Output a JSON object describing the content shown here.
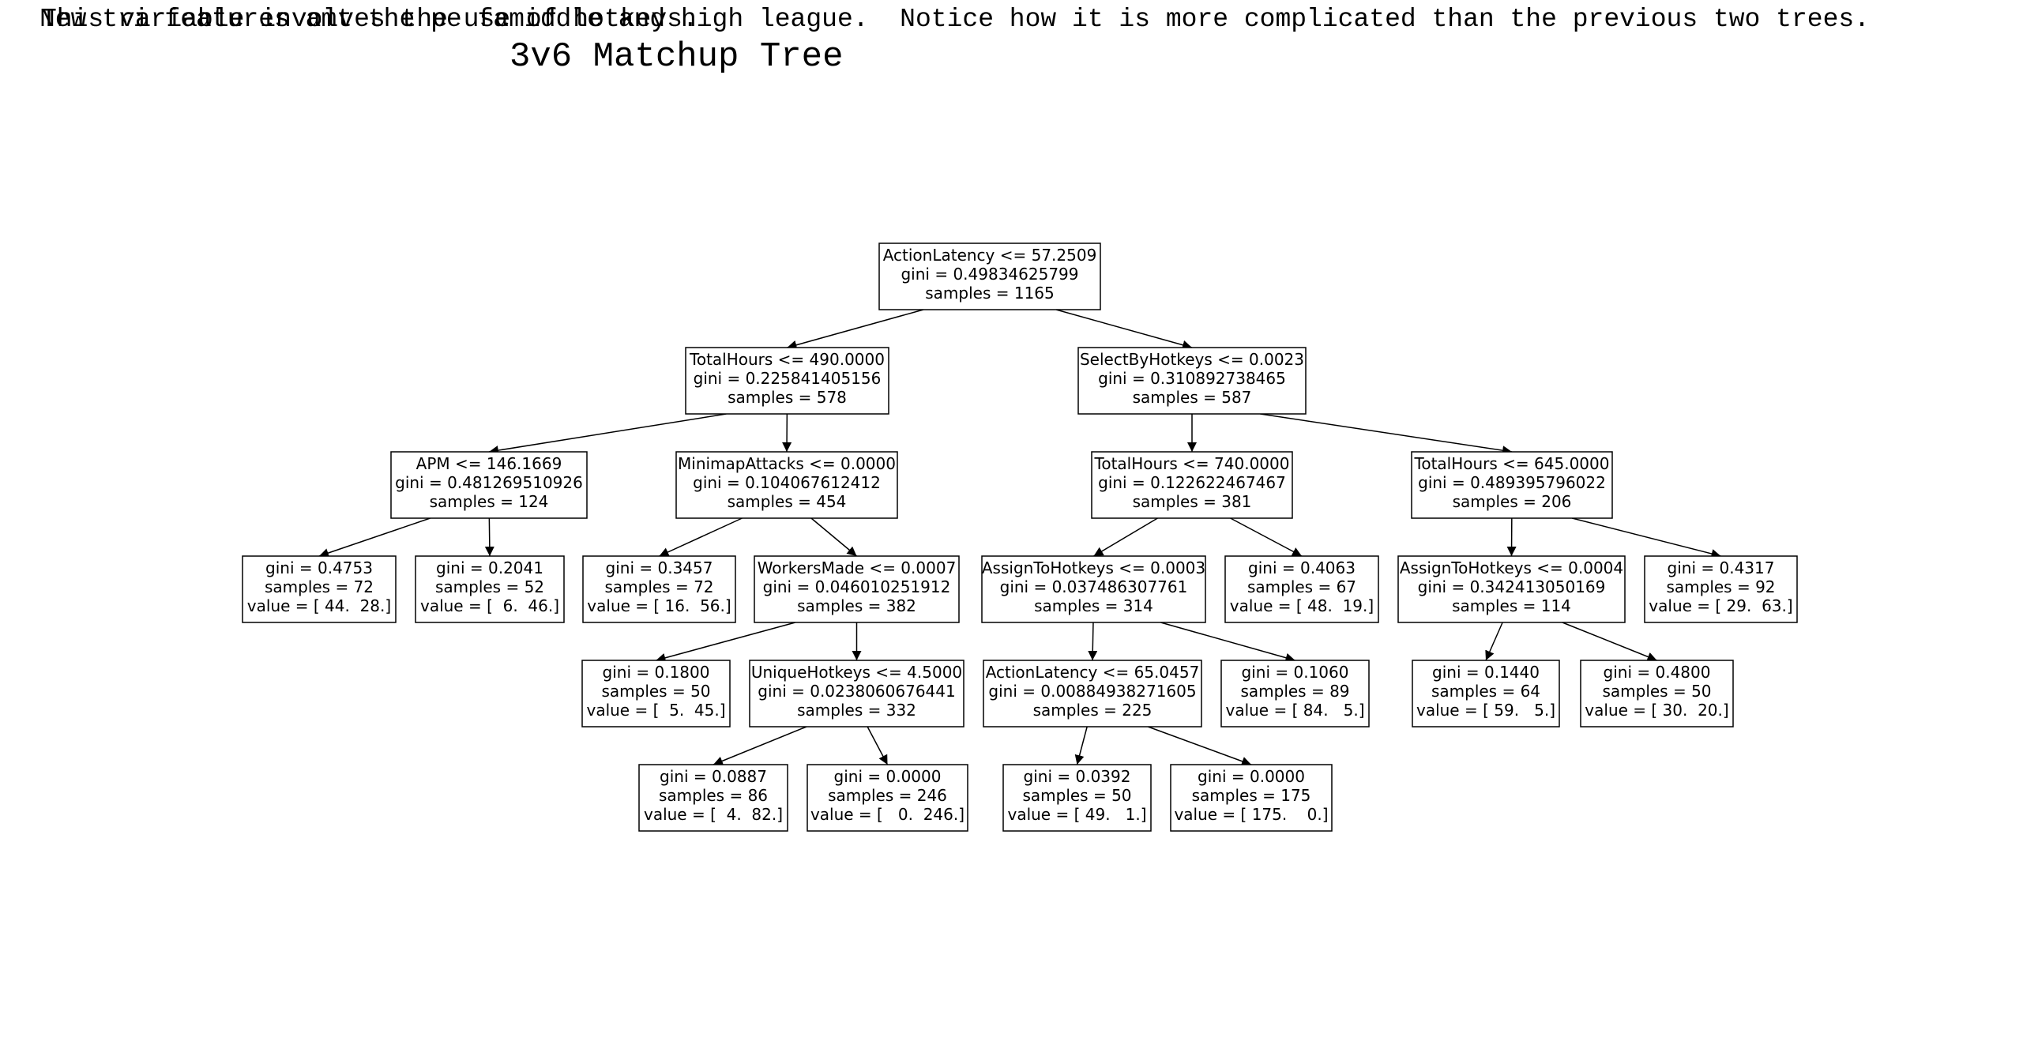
{
  "captions": [
    "This variable involves the use of hotkeys.",
    "New tri features amt the pe famiddle and high league.  Notice how it is more complicated than the previous two trees."
  ],
  "title": "3v6 Matchup Tree",
  "chart_data": {
    "type": "tree",
    "nodes": [
      {
        "id": "n0",
        "lines": [
          "ActionLatency <= 57.2509",
          "gini = 0.49834625799",
          "samples = 1165"
        ]
      },
      {
        "id": "n1",
        "lines": [
          "TotalHours <= 490.0000",
          "gini = 0.225841405156",
          "samples = 578"
        ]
      },
      {
        "id": "n2",
        "lines": [
          "SelectByHotkeys <= 0.0023",
          "gini = 0.310892738465",
          "samples = 587"
        ]
      },
      {
        "id": "n3",
        "lines": [
          "APM <= 146.1669",
          "gini = 0.481269510926",
          "samples = 124"
        ]
      },
      {
        "id": "n4",
        "lines": [
          "MinimapAttacks <= 0.0000",
          "gini = 0.104067612412",
          "samples = 454"
        ]
      },
      {
        "id": "n5",
        "lines": [
          "TotalHours <= 740.0000",
          "gini = 0.122622467467",
          "samples = 381"
        ]
      },
      {
        "id": "n6",
        "lines": [
          "TotalHours <= 645.0000",
          "gini = 0.489395796022",
          "samples = 206"
        ]
      },
      {
        "id": "n7",
        "lines": [
          "gini = 0.4753",
          "samples = 72",
          "value = [ 44.  28.]"
        ]
      },
      {
        "id": "n8",
        "lines": [
          "gini = 0.2041",
          "samples = 52",
          "value = [  6.  46.]"
        ]
      },
      {
        "id": "n9",
        "lines": [
          "gini = 0.3457",
          "samples = 72",
          "value = [ 16.  56.]"
        ]
      },
      {
        "id": "n10",
        "lines": [
          "WorkersMade <= 0.0007",
          "gini = 0.046010251912",
          "samples = 382"
        ]
      },
      {
        "id": "n11",
        "lines": [
          "AssignToHotkeys <= 0.0003",
          "gini = 0.037486307761",
          "samples = 314"
        ]
      },
      {
        "id": "n12",
        "lines": [
          "gini = 0.4063",
          "samples = 67",
          "value = [ 48.  19.]"
        ]
      },
      {
        "id": "n13",
        "lines": [
          "AssignToHotkeys <= 0.0004",
          "gini = 0.342413050169",
          "samples = 114"
        ]
      },
      {
        "id": "n14",
        "lines": [
          "gini = 0.4317",
          "samples = 92",
          "value = [ 29.  63.]"
        ]
      },
      {
        "id": "n15",
        "lines": [
          "gini = 0.1800",
          "samples = 50",
          "value = [  5.  45.]"
        ]
      },
      {
        "id": "n16",
        "lines": [
          "UniqueHotkeys <= 4.5000",
          "gini = 0.0238060676441",
          "samples = 332"
        ]
      },
      {
        "id": "n17",
        "lines": [
          "ActionLatency <= 65.0457",
          "gini = 0.00884938271605",
          "samples = 225"
        ]
      },
      {
        "id": "n18",
        "lines": [
          "gini = 0.1060",
          "samples = 89",
          "value = [ 84.   5.]"
        ]
      },
      {
        "id": "n19",
        "lines": [
          "gini = 0.1440",
          "samples = 64",
          "value = [ 59.   5.]"
        ]
      },
      {
        "id": "n20",
        "lines": [
          "gini = 0.4800",
          "samples = 50",
          "value = [ 30.  20.]"
        ]
      },
      {
        "id": "n21",
        "lines": [
          "gini = 0.0887",
          "samples = 86",
          "value = [  4.  82.]"
        ]
      },
      {
        "id": "n22",
        "lines": [
          "gini = 0.0000",
          "samples = 246",
          "value = [   0.  246.]"
        ]
      },
      {
        "id": "n23",
        "lines": [
          "gini = 0.0392",
          "samples = 50",
          "value = [ 49.   1.]"
        ]
      },
      {
        "id": "n24",
        "lines": [
          "gini = 0.0000",
          "samples = 175",
          "value = [ 175.    0.]"
        ]
      }
    ],
    "edges": [
      [
        "n0",
        "n1"
      ],
      [
        "n0",
        "n2"
      ],
      [
        "n1",
        "n3"
      ],
      [
        "n1",
        "n4"
      ],
      [
        "n2",
        "n5"
      ],
      [
        "n2",
        "n6"
      ],
      [
        "n3",
        "n7"
      ],
      [
        "n3",
        "n8"
      ],
      [
        "n4",
        "n9"
      ],
      [
        "n4",
        "n10"
      ],
      [
        "n5",
        "n11"
      ],
      [
        "n5",
        "n12"
      ],
      [
        "n6",
        "n13"
      ],
      [
        "n6",
        "n14"
      ],
      [
        "n10",
        "n15"
      ],
      [
        "n10",
        "n16"
      ],
      [
        "n11",
        "n17"
      ],
      [
        "n11",
        "n18"
      ],
      [
        "n13",
        "n19"
      ],
      [
        "n13",
        "n20"
      ],
      [
        "n16",
        "n21"
      ],
      [
        "n16",
        "n22"
      ],
      [
        "n17",
        "n23"
      ],
      [
        "n17",
        "n24"
      ]
    ]
  }
}
